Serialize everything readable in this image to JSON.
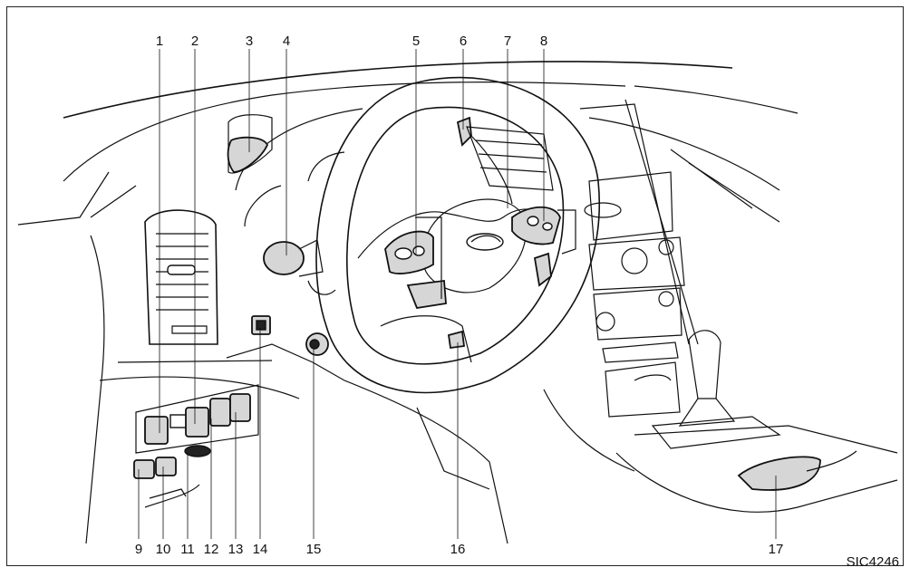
{
  "callouts": [
    "1",
    "2",
    "3",
    "4",
    "5",
    "6",
    "7",
    "8",
    "9",
    "10",
    "11",
    "12",
    "13",
    "14",
    "15",
    "16",
    "17"
  ],
  "figure_code": "SIC4246"
}
